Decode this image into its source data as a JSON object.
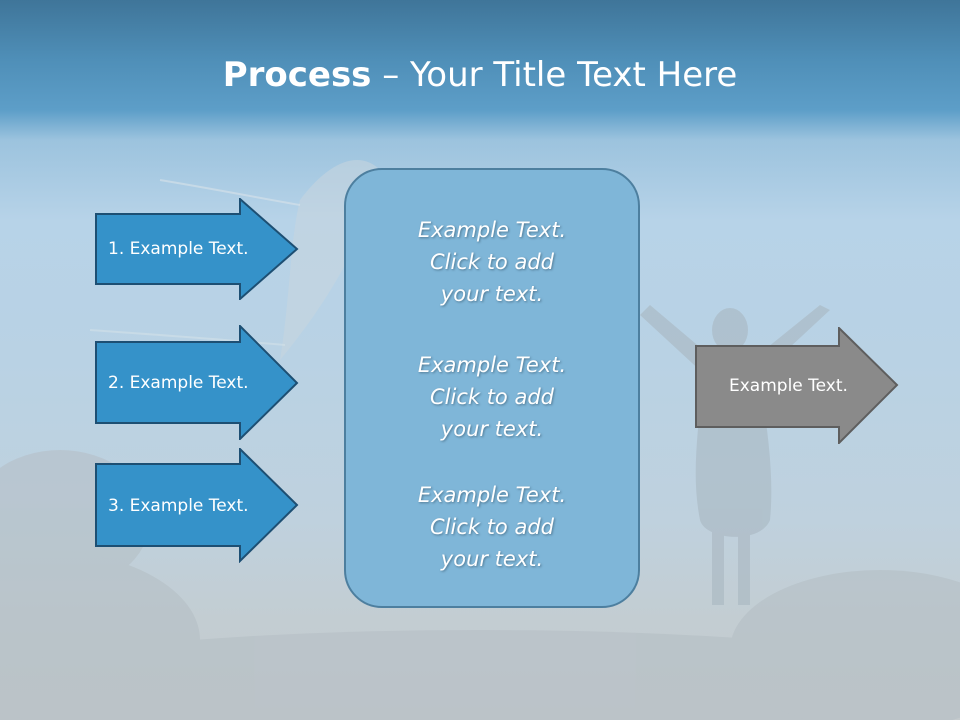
{
  "title": {
    "bold": "Process",
    "rest": " – Your Title Text Here"
  },
  "input_arrows": [
    {
      "label": "1. Example Text."
    },
    {
      "label": "2. Example Text."
    },
    {
      "label": "3. Example Text."
    }
  ],
  "center_blocks": [
    {
      "lines": [
        "Example Text.",
        "Click  to add",
        "your text."
      ]
    },
    {
      "lines": [
        "Example Text.",
        "Click  to add",
        "your text."
      ]
    },
    {
      "lines": [
        "Example Text.",
        "Click  to add",
        "your text."
      ]
    }
  ],
  "output_arrow": {
    "label": "Example Text."
  },
  "colors": {
    "input_arrow_fill": "#3592c9",
    "input_arrow_stroke": "#1d4f73",
    "center_box_fill": "#7fb6d8",
    "output_arrow_fill": "#8a8a8a",
    "output_arrow_stroke": "#5e5e5e"
  }
}
